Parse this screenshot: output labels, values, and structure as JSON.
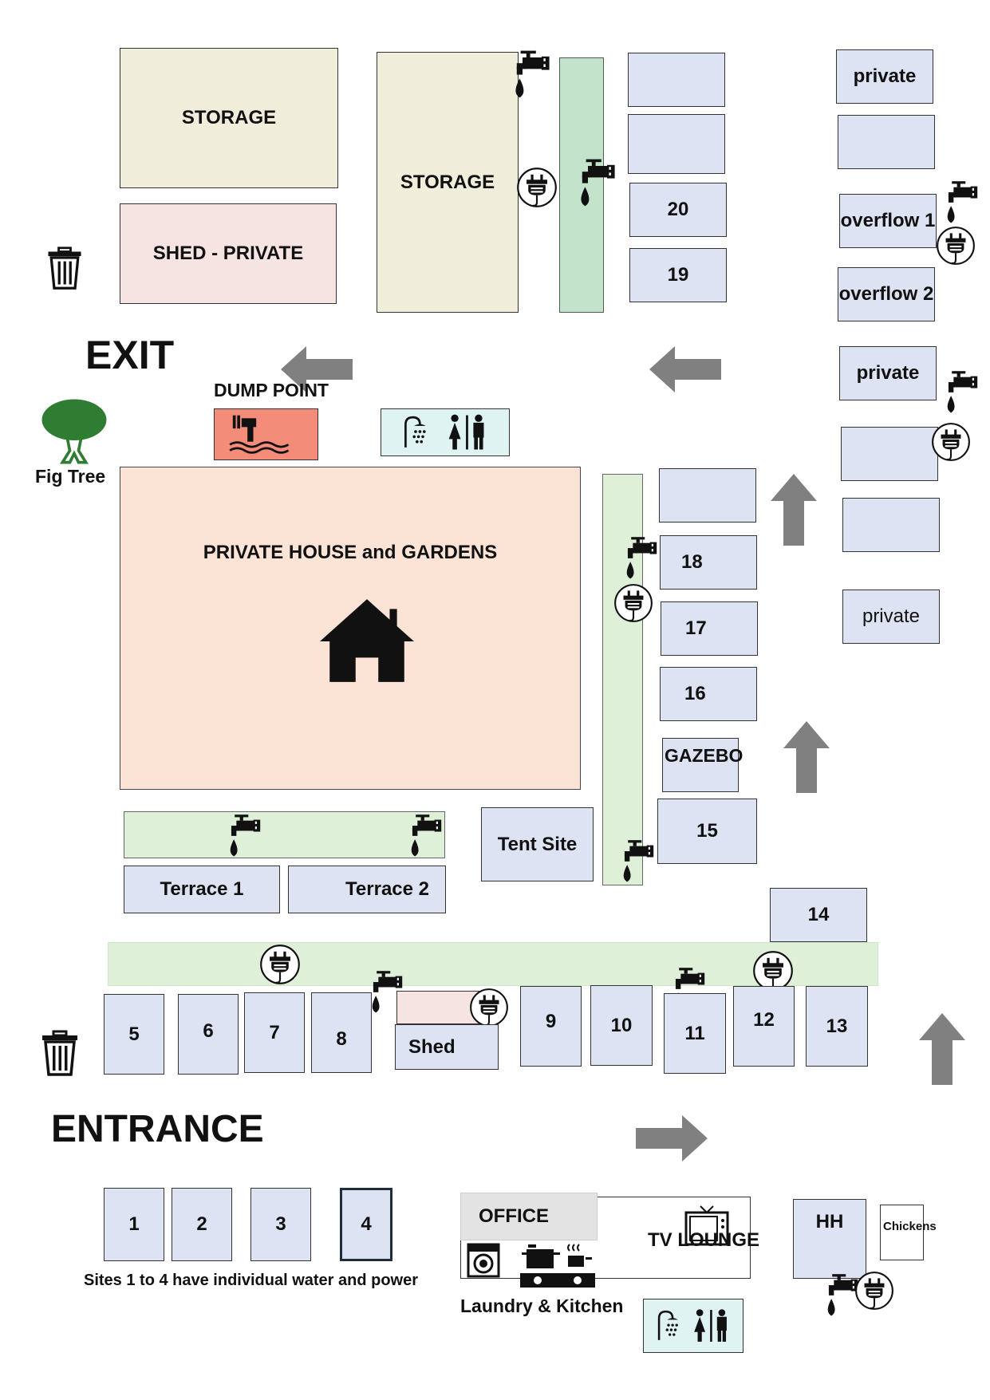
{
  "labels": {
    "storage_left": "STORAGE",
    "storage_mid": "STORAGE",
    "shed_private": "SHED  - PRIVATE",
    "exit": "EXIT",
    "dump_point": "DUMP POINT",
    "fig_tree": "Fig Tree",
    "private_house": "PRIVATE HOUSE and GARDENS",
    "tent_site": "Tent Site",
    "terrace1": "Terrace 1",
    "terrace2": "Terrace 2",
    "gazebo": "GAZEBO",
    "shed": "Shed",
    "entrance": "ENTRANCE",
    "office": "OFFICE",
    "tv_lounge": "TV LOUNGE",
    "laundry_kitchen": "Laundry & Kitchen",
    "hh": "HH",
    "chickens": "Chickens",
    "note_sites": "Sites 1 to 4 have individual water and power"
  },
  "right_column": {
    "private_a": "private",
    "overflow1": "overflow 1",
    "overflow2": "overflow 2",
    "private_b": "private",
    "private_c": "private"
  },
  "sites": {
    "s1": "1",
    "s2": "2",
    "s3": "3",
    "s4": "4",
    "s5": "5",
    "s6": "6",
    "s7": "7",
    "s8": "8",
    "s9": "9",
    "s10": "10",
    "s11": "11",
    "s12": "12",
    "s13": "13",
    "s14": "14",
    "s15": "15",
    "s16": "16",
    "s17": "17",
    "s18": "18",
    "s19": "19",
    "s20": "20"
  },
  "icons": [
    "water-tap-icon",
    "power-plug-icon",
    "bin-icon",
    "shower-icon",
    "toilet-icon",
    "house-icon",
    "tree-icon",
    "dump-point-icon",
    "washing-machine-icon",
    "stove-icon",
    "tv-icon",
    "arrow-icon"
  ],
  "colors": {
    "site": "#dde3f2",
    "storage": "#f0eedb",
    "shed": "#f6e4e3",
    "path_green": "#c3e4cb",
    "house": "#fbe3d6",
    "dump_point": "#f48c7a",
    "amenities": "#e0f3f3",
    "arrow": "#808080",
    "tree": "#2e7d32"
  }
}
